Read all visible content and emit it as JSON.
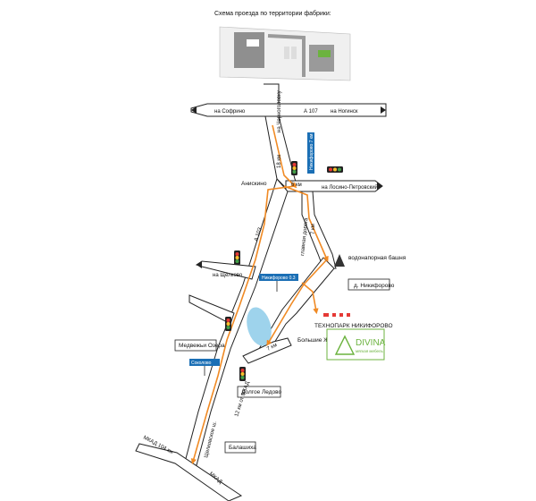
{
  "header": {
    "title": "Схема проезда по территории фабрики:"
  },
  "colors": {
    "route": "#f08a24",
    "sign_blue": "#1b6fb5",
    "brand_green": "#6cb33f",
    "road_stroke": "#222222"
  },
  "roads": {
    "a107": "А 107",
    "to_sofrino": "на Софрино",
    "to_noginsk": "на Ногинск",
    "to_chernogolovka": "на Черноголовку",
    "km18": "18 км",
    "km6": "6 км",
    "km7": "7 км",
    "to_losino": "на Лосино-Петровский",
    "a103": "А 103",
    "to_schelkovo": "на Щёлково",
    "main_road": "главная дорога",
    "km12_mkad": "12 км от МКАД",
    "schelkovskoe": "Щелковское ш.",
    "mkad_104": "МКАД 104 км",
    "mkad": "МКАД",
    "km7b": "7 км"
  },
  "places": {
    "aniskino": "Анискино",
    "medvezhi": "Медвежьи Озера",
    "dolgoe": "Долгое Ледово",
    "balashikha": "Балашиха",
    "bolshie": "Большие Жеребцы",
    "nikiforovo": "д. Никифорово",
    "tower": "водонапорная башня"
  },
  "signs": {
    "nikiforovo_vertical": "Никифорово 7 км",
    "nikiforovo_small": "Никифорово 0.3",
    "sokolovo": "Соколово"
  },
  "technopark": "ТЕХНОПАРК НИКИФОРОВО",
  "brand": {
    "name": "DIVINA",
    "tagline": "мягкая мебель"
  },
  "icons": [
    "traffic-light-icon",
    "arrow-right-icon",
    "arrow-left-icon",
    "triangle-logo-icon"
  ]
}
